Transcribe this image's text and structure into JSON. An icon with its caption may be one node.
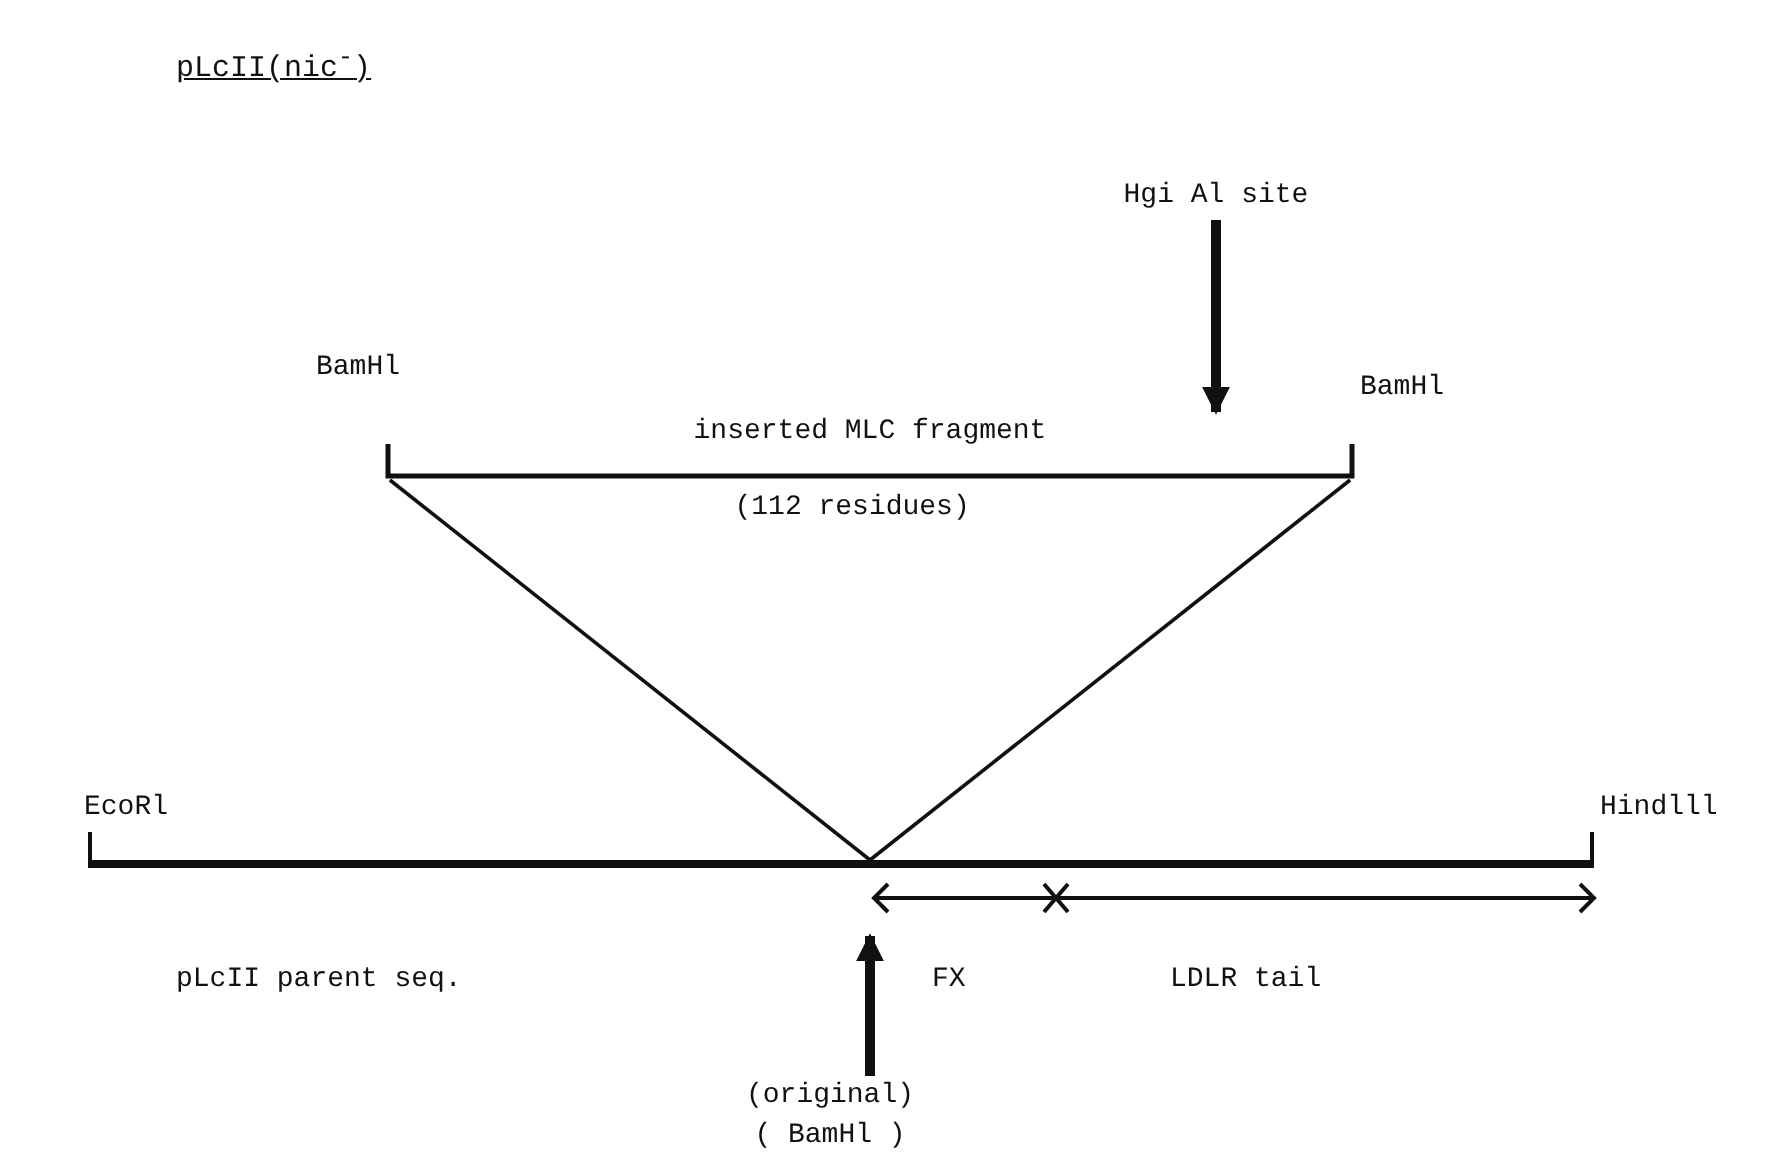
{
  "diagram": {
    "title": "pLcII(nic$^{-}$)",
    "nodes": [
      {
        "text": [
          "Hgi Al site"
        ]
      },
      {
        "text": [
          "inserted MLC fragment"
        ],
        "beside": [
          "(112 residues)"
        ]
      },
      {
        "text": [],
        "shape": "bar"
      },
      {
        "text": [
          "(original) ( BamHl )"
        ]
      }
    ],
    "edges": [
      {
        "from": 0,
        "to": 1,
        "arrow": "to",
        "style": "thick"
      },
      {
        "from": 1,
        "to": 2,
        "arrow": "none"
      },
      {
        "from": 1,
        "to": 2,
        "arrow": "none"
      },
      {
        "from": 3,
        "to": 2,
        "arrow": "to",
        "style": "thick"
      }
    ],
    "labels": [
      "BamHl",
      "BamHl",
      "EcoRl",
      "Hindlll",
      "pLcII parent seq.",
      "FX",
      "LDLR tail"
    ]
  }
}
